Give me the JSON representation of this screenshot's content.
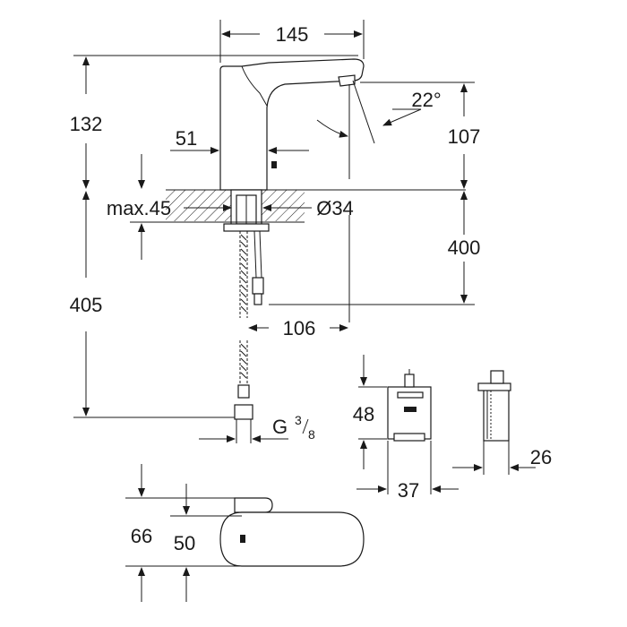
{
  "dimensions": {
    "width_top": "145",
    "height_total_spout": "132",
    "spout_angle": "22°",
    "spout_height": "107",
    "body_offset": "51",
    "max_thickness": "max.45",
    "hole_diameter": "Ø34",
    "below_deck": "400",
    "hose_length": "405",
    "projection": "106",
    "connection_prefix": "G",
    "connection_sup": "3",
    "connection_sub": "8",
    "box_height": "48",
    "box_width": "37",
    "box_depth": "26",
    "plan_depth_total": "66",
    "plan_depth_body": "50"
  }
}
